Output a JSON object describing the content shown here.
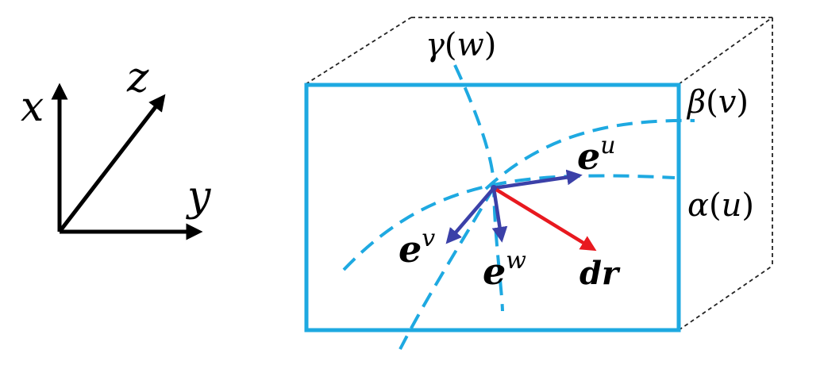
{
  "axes": {
    "x": "x",
    "y": "y",
    "z": "z"
  },
  "curves": {
    "alpha": {
      "name": "α",
      "arg": "u"
    },
    "beta": {
      "name": "β",
      "arg": "v"
    },
    "gamma": {
      "name": "γ",
      "arg": "w"
    }
  },
  "vectors": {
    "e_u": {
      "base": "e",
      "sup": "u"
    },
    "e_v": {
      "base": "e",
      "sup": "v"
    },
    "e_w": {
      "base": "e",
      "sup": "w"
    },
    "dr": "dr"
  },
  "colors": {
    "frame": "#1ea9e1",
    "curve": "#1ea9e1",
    "basis": "#3b40a8",
    "dr": "#e8191f",
    "axes": "#000000",
    "box_edges": "#222222"
  }
}
